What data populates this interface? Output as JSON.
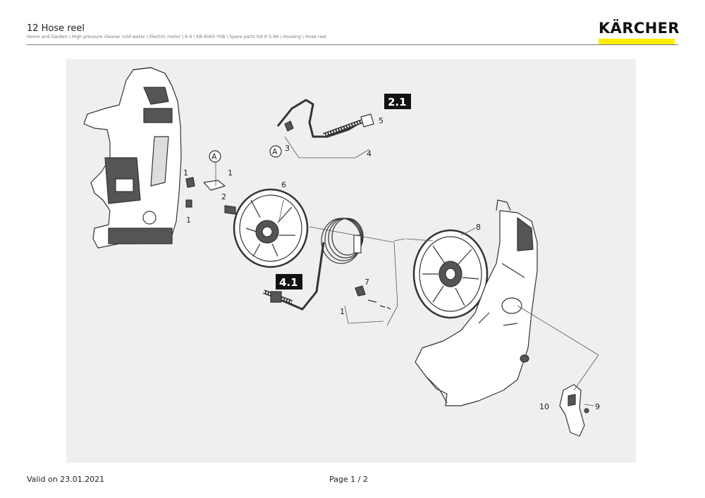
{
  "header": {
    "title": "12 Hose reel",
    "breadcrumb": "Home and Garden \\ High pressure cleaner cold water \\ Electric motor \\ K 6 \\ KB 6060 *GB \\ Spare parts list K 5.96 \\ Housing \\ Hose reel",
    "logo_text": "KÄRCHER",
    "brand_color": "#ffed00"
  },
  "drawing": {
    "callouts": [
      "1",
      "1",
      "1",
      "2",
      "3",
      "4",
      "5",
      "6",
      "7",
      "1",
      "8",
      "9",
      "10"
    ],
    "tags": [
      "2.1",
      "4.1"
    ],
    "connector_label": "A"
  },
  "footer": {
    "valid": "Valid on 23.01.2021",
    "page": "Page 1 / 2"
  }
}
